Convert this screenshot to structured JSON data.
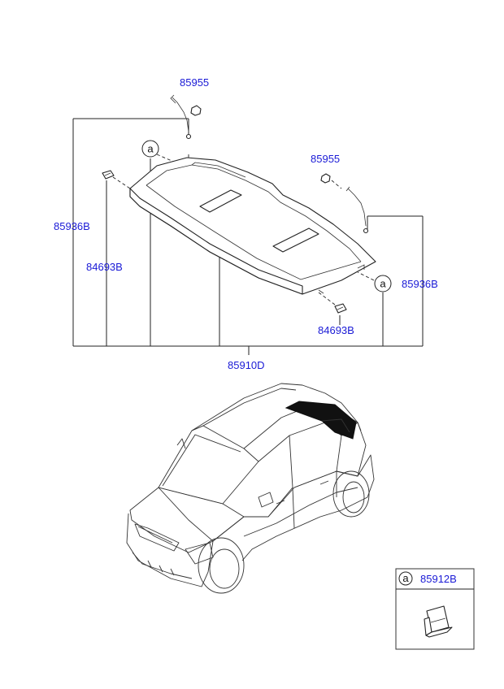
{
  "callouts": {
    "clip_top": "85955",
    "clip_right": "85955",
    "string_left": "85936B",
    "string_right": "85936B",
    "holder_left": "84693B",
    "holder_right": "84693B",
    "assembly": "85910D",
    "ref_a_top": "a",
    "ref_a_right": "a"
  },
  "legend": {
    "ref": "a",
    "part_no": "85912B"
  },
  "colors": {
    "part_number": "#1a1ad6",
    "line": "#222222",
    "highlight": "#111111"
  }
}
